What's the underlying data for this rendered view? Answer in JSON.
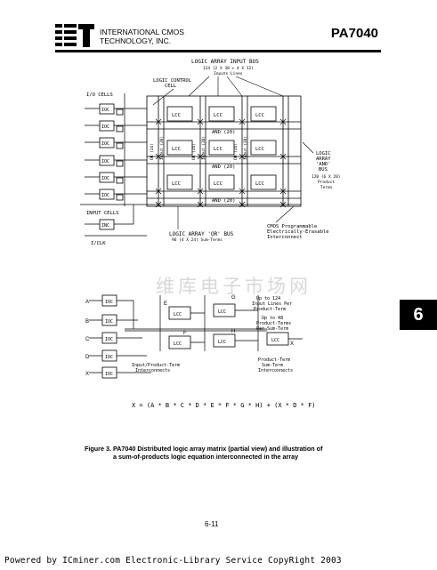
{
  "header": {
    "company_line1": "INTERNATIONAL CMOS",
    "company_line2": "TECHNOLOGY, INC.",
    "part_number": "PA7040"
  },
  "figure": {
    "input_bus_title": "LOGIC ARRAY INPUT BUS",
    "input_bus_formula": "124 (2 X 38 + 4 X 12)",
    "input_bus_lines": "Inputs Lines",
    "logic_control_line1": "LOGIC CONTROL",
    "logic_control_line2": "CELL",
    "io_cells_label": "I/O CELLS",
    "ioc_label": "IOC",
    "lcc_label": "LCC",
    "input_cells_label": "INPUT CELLS",
    "inc_label": "INC",
    "iclk_label": "I/CLK",
    "and_labels": [
      "AND (20)",
      "AND (20)",
      "AND (20)"
    ],
    "or_labels": [
      "OR (24)",
      "OR (24)",
      "OR (24)"
    ],
    "input_labels": [
      "Input (20)",
      "Input (20)",
      "Input (20)"
    ],
    "and_array_line1": "LOGIC",
    "and_array_line2": "ARRAY",
    "and_array_line3": "'AND'",
    "and_array_line4": "BUS",
    "and_array_formula": "120 (6 X 20)",
    "and_array_sub1": "Product",
    "and_array_sub2": "Terms",
    "or_bus_title": "LOGIC ARRAY 'OR' BUS",
    "or_bus_sub": "96 (4 X 24) Sum-Terms",
    "cmos_line1": "CMOS Programmable",
    "cmos_line2": "Electrically-Erasable",
    "cmos_line3": "Interconnect",
    "letters": [
      "A",
      "B",
      "C",
      "D",
      "X"
    ],
    "gate_labels": [
      "E",
      "G",
      "F",
      "H"
    ],
    "up_to_124_1": "Up to 124",
    "up_to_124_2": "Input Lines Per",
    "up_to_124_3": "Product-Term",
    "up_to_48_1": "Up to 48",
    "up_to_48_2": "Product-Terms",
    "up_to_48_3": "Per Sum-Term",
    "pt_st_1": "Product-Term",
    "pt_st_2": "Sum-Term",
    "pt_st_3": "Interconnects",
    "ipt_1": "Input/Product-Term",
    "ipt_2": "Interconnects",
    "x_out_label": "X",
    "equation": "X = (A * B * C * D * E * F * G * H) + (X * D * F)"
  },
  "watermark": "维库电子市场网",
  "section_tab": "6",
  "caption_line1": "Figure 3.  PA7040 Distributed logic array matrix (partial view) and illustration of",
  "caption_line2": "a sum-of-products logic equation interconnected in the array",
  "page_number": "6-11",
  "footer": "Powered by ICminer.com Electronic-Library Service CopyRight 2003"
}
